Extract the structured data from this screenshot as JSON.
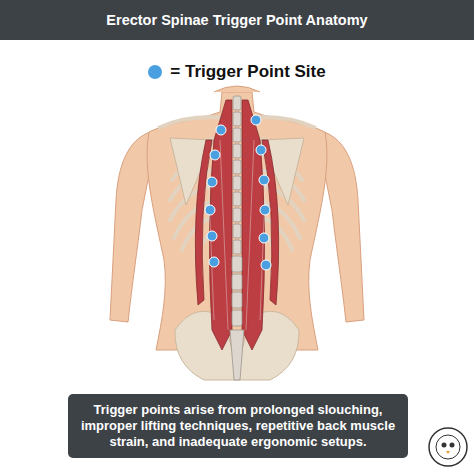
{
  "diagram": {
    "title": "Erector Spinae Trigger Point Anatomy",
    "caption": "Trigger points arise from prolonged slouching, improper lifting techniques, repetitive back muscle strain, and inadequate ergonomic setups.",
    "legend": [
      {
        "text": "= Trigger Point Site",
        "color": "#4a9fe0"
      }
    ]
  }
}
